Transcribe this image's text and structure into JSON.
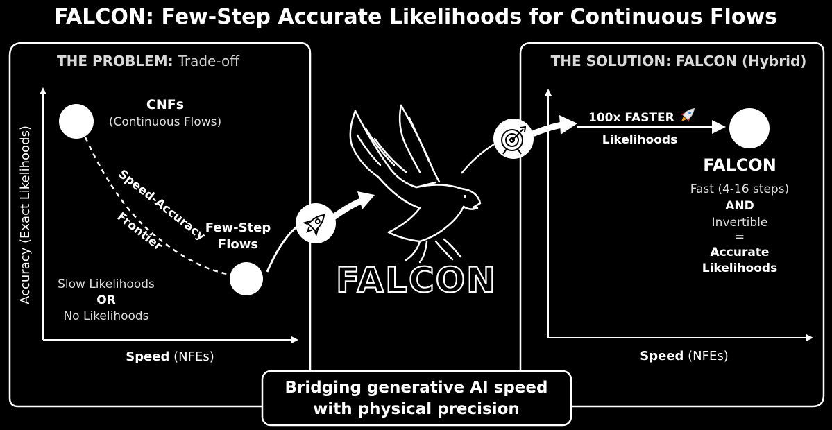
{
  "title": "FALCON: Few-Step Accurate Likelihoods for Continuous Flows",
  "problem": {
    "heading_prefix": "THE PROBLEM:",
    "heading_suffix": "Trade-off",
    "y_axis_label": "Accuracy (Exact Likelihoods)",
    "x_axis_bold": "Speed",
    "x_axis_rest": "(NFEs)",
    "cnf_title": "CNFs",
    "cnf_sub": "(Continuous Flows)",
    "frontier_line1": "Speed-Accuracy",
    "frontier_line2": "Frontier",
    "fewstep_line1": "Few-Step",
    "fewstep_line2": "Flows",
    "slow_line1": "Slow Likelihoods",
    "slow_or": "OR",
    "slow_line3": "No Likelihoods"
  },
  "center": {
    "wordmark": "FALCON",
    "rocket_icon": "rocket-icon",
    "target_icon": "target-icon",
    "falcon_icon": "falcon-bird-icon"
  },
  "solution": {
    "heading_prefix": "THE SOLUTION:",
    "heading_suffix": "FALCON (Hybrid)",
    "faster_label": "100x FASTER",
    "faster_icon": "rocket-emoji-icon",
    "likelihoods_label": "Likelihoods",
    "falcon_label": "FALCON",
    "fast_text": "Fast (4-16 steps)",
    "and_text": "AND",
    "invertible_text": "Invertible",
    "equals_text": "=",
    "accurate_line1": "Accurate",
    "accurate_line2": "Likelihoods",
    "x_axis_bold": "Speed",
    "x_axis_rest": "(NFEs)"
  },
  "bridge": {
    "line1": "Bridging generative AI speed",
    "line2": "with physical precision"
  }
}
